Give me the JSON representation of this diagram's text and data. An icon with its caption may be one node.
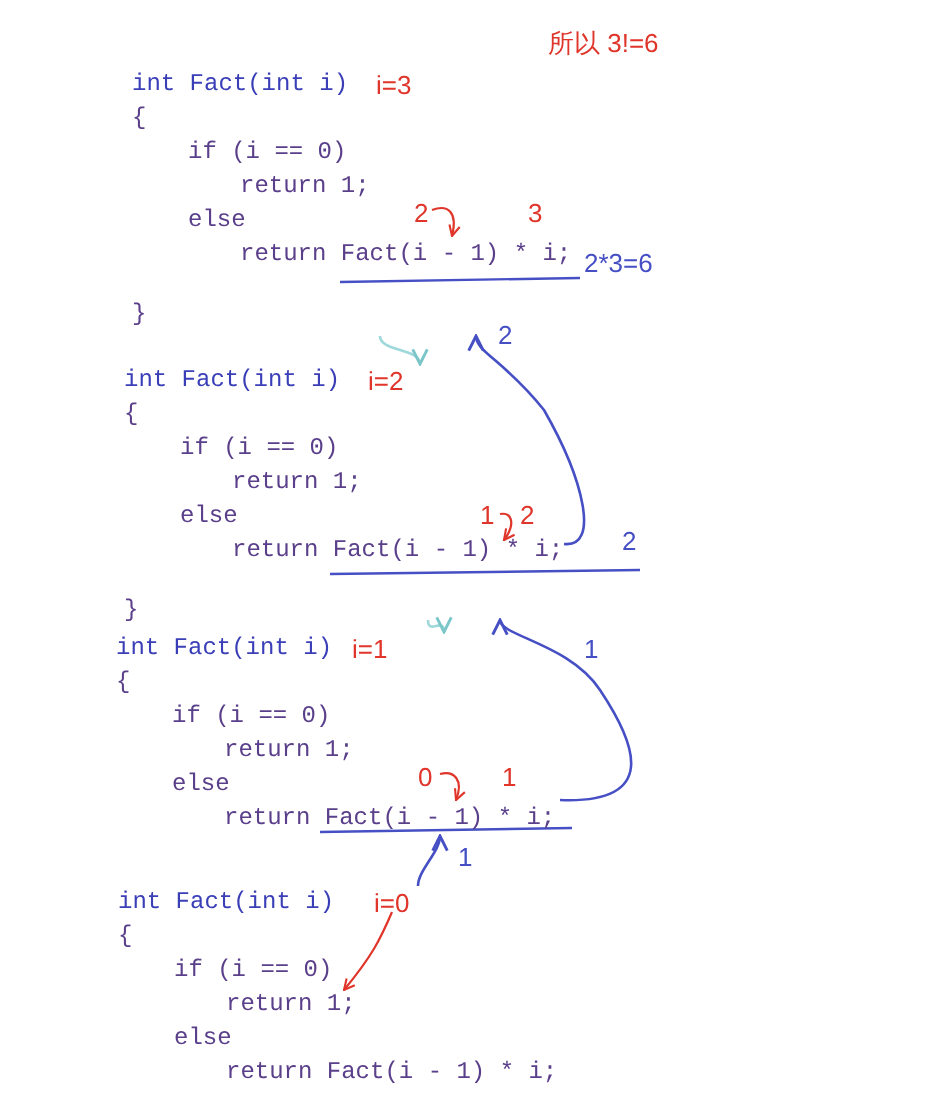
{
  "diagram": {
    "nodes": [
      {
        "text": [
          "int Fact(int i)",
          "{",
          "if (i == 0)",
          "return 1;",
          "else",
          "return Fact(i - 1) * i;",
          "}"
        ],
        "beside": [
          "i=3"
        ]
      },
      {
        "text": [
          "int Fact(int i)",
          "{",
          "if (i == 0)",
          "return 1;",
          "else",
          "return Fact(i - 1) * i;",
          "}"
        ],
        "beside": [
          "i=2"
        ]
      },
      {
        "text": [
          "int Fact(int i)",
          "{",
          "if (i == 0)",
          "return 1;",
          "else",
          "return Fact(i - 1) * i;"
        ],
        "beside": [
          "i=1"
        ]
      },
      {
        "text": [
          "int Fact(int i)",
          "{",
          "if (i == 0)",
          "return 1;",
          "else",
          "return Fact(i - 1) * i;"
        ],
        "beside": [
          "i=0"
        ]
      }
    ],
    "edges": [
      {
        "from": 0,
        "to": 1,
        "arrow": "to",
        "color": "#9fd8da"
      },
      {
        "from": 1,
        "to": 2,
        "arrow": "to",
        "color": "#9fd8da"
      },
      {
        "from": 3,
        "to": 2,
        "arrow": "to",
        "label": "1"
      },
      {
        "from": 2,
        "to": 1,
        "arrow": "to",
        "label": "1"
      },
      {
        "from": 1,
        "to": 0,
        "arrow": "to",
        "label": "2"
      }
    ],
    "labels": [
      "所以 3!=6",
      "2",
      "3",
      "2*3=6",
      "1",
      "2",
      "2",
      "0",
      "1"
    ]
  }
}
